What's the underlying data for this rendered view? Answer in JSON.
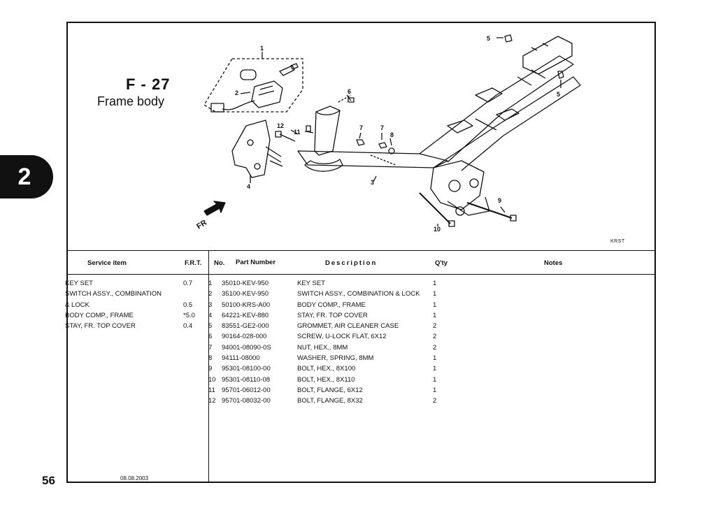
{
  "chapter_tab": "2",
  "page_number": "56",
  "figure": {
    "id": "F - 27",
    "name": "Frame body",
    "code": "KRST"
  },
  "diagram_callouts": [
    "1",
    "2",
    "3",
    "4",
    "5",
    "5",
    "6",
    "7",
    "7",
    "8",
    "9",
    "10",
    "11",
    "12"
  ],
  "direction_label": "FR",
  "service_table": {
    "headers": {
      "item": "Service item",
      "frt": "F.R.T."
    },
    "rows": [
      {
        "item": "KEY SET",
        "frt": "0.7"
      },
      {
        "item": "SWITCH ASSY., COMBINATION",
        "frt": ""
      },
      {
        "item": "& LOCK",
        "frt": "0.5"
      },
      {
        "item": "BODY COMP., FRAME",
        "frt": "*5.0"
      },
      {
        "item": "STAY, FR. TOP COVER",
        "frt": "0.4"
      }
    ]
  },
  "parts_table": {
    "headers": {
      "no": "No.",
      "part_number": "Part Number",
      "description": "Description",
      "qty": "Q'ty",
      "notes": "Notes"
    },
    "rows": [
      {
        "no": "1",
        "part_number": "35010-KEV-950",
        "description": "KEY SET",
        "qty": "1"
      },
      {
        "no": "2",
        "part_number": "35100-KEV-950",
        "description": "SWITCH ASSY., COMBINATION & LOCK",
        "qty": "1"
      },
      {
        "no": "3",
        "part_number": "50100-KRS-A00",
        "description": "BODY COMP., FRAME",
        "qty": "1"
      },
      {
        "no": "4",
        "part_number": "64221-KEV-880",
        "description": "STAY, FR. TOP COVER",
        "qty": "1"
      },
      {
        "no": "5",
        "part_number": "83551-GE2-000",
        "description": "GROMMET, AIR CLEANER CASE",
        "qty": "2"
      },
      {
        "no": "6",
        "part_number": "90164-028-000",
        "description": "SCREW, U-LOCK FLAT, 6X12",
        "qty": "2"
      },
      {
        "no": "7",
        "part_number": "94001-08090-0S",
        "description": "NUT, HEX., 8MM",
        "qty": "2"
      },
      {
        "no": "8",
        "part_number": "94111-08000",
        "description": "WASHER, SPRING, 8MM",
        "qty": "1"
      },
      {
        "no": "9",
        "part_number": "95301-08100-00",
        "description": "BOLT, HEX., 8X100",
        "qty": "1"
      },
      {
        "no": "10",
        "part_number": "95301-08110-08",
        "description": "BOLT, HEX., 8X110",
        "qty": "1"
      },
      {
        "no": "11",
        "part_number": "95701-06012-00",
        "description": "BOLT, FLANGE, 6X12",
        "qty": "1"
      },
      {
        "no": "12",
        "part_number": "95701-08032-00",
        "description": "BOLT, FLANGE, 8X32",
        "qty": "2"
      }
    ]
  },
  "date": "08.08.2003"
}
